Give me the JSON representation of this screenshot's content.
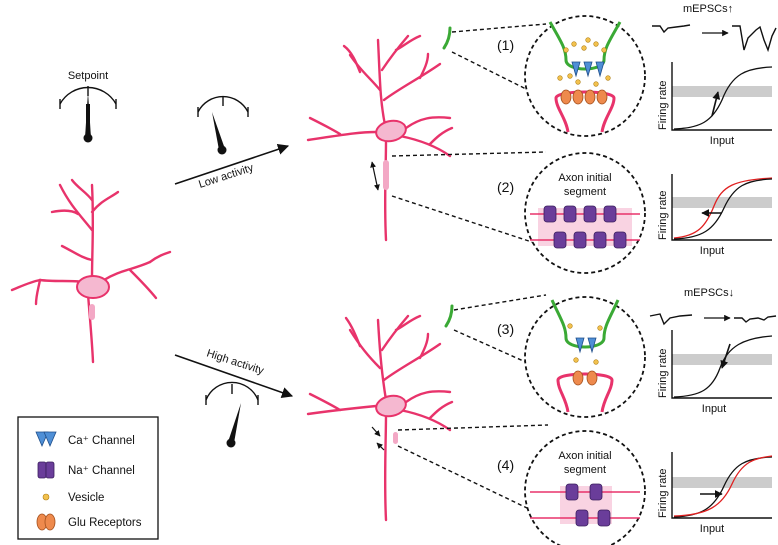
{
  "labels": {
    "setpoint": "Setpoint",
    "low_activity": "Low activity",
    "high_activity": "High activity",
    "panel1": "(1)",
    "panel2": "(2)",
    "panel3": "(3)",
    "panel4": "(4)",
    "ais_line1": "Axon initial",
    "ais_line2": "segment",
    "mepscs_up": "mEPSCs↑",
    "mepscs_down": "mEPSCs↓",
    "firing_rate": "Firing rate",
    "input": "Input"
  },
  "legend": {
    "ca_channel": "Ca⁺ Channel",
    "na_channel": "Na⁺ Channel",
    "vesicle": "Vesicle",
    "glu_receptors": "Glu Receptors"
  },
  "colors": {
    "neuron": "#e8336b",
    "soma_fill": "#f5b8d0",
    "axon_segment": "#f3a8c5",
    "presynaptic": "#3aa935",
    "ca_channel": "#4f8fd6",
    "na_channel": "#6a3d9a",
    "vesicle": "#f2c14e",
    "glu_receptor": "#ee8a4d",
    "shift_curve": "#e02020",
    "setpoint_band": "#cccccc"
  }
}
